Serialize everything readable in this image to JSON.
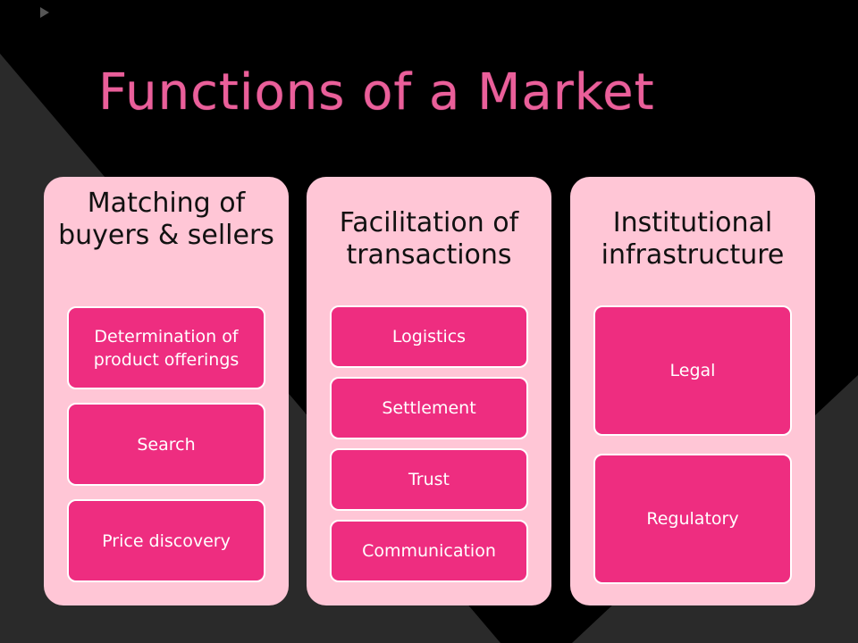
{
  "title": "Functions of a Market",
  "columns": [
    {
      "heading": "Matching of buyers & sellers",
      "items": [
        "Determination of product offerings",
        "Search",
        "Price discovery"
      ]
    },
    {
      "heading": "Facilitation of transactions",
      "items": [
        "Logistics",
        "Settlement",
        "Trust",
        "Communication"
      ]
    },
    {
      "heading": "Institutional infrastructure",
      "items": [
        "Legal",
        "Regulatory"
      ]
    }
  ],
  "colors": {
    "background": "#000000",
    "title": "#ea5f9a",
    "column_fill": "#ffc6d6",
    "item_fill": "#ee2d80",
    "item_text": "#ffffff"
  }
}
